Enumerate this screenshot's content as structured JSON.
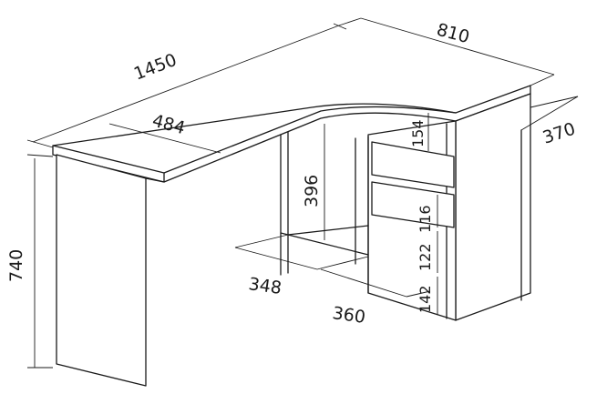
{
  "dimensions": {
    "total_length": "1450",
    "return_length": "810",
    "main_depth": "484",
    "return_depth": "370",
    "height": "740",
    "opening_height": "396",
    "top_gap": "154",
    "drawer_1": "116",
    "drawer_2": "122",
    "bottom_gap": "142",
    "shelf_depth": "348",
    "shelf_width": "360"
  },
  "colors": {
    "ink": "#1a1a1a",
    "background": "#ffffff"
  }
}
